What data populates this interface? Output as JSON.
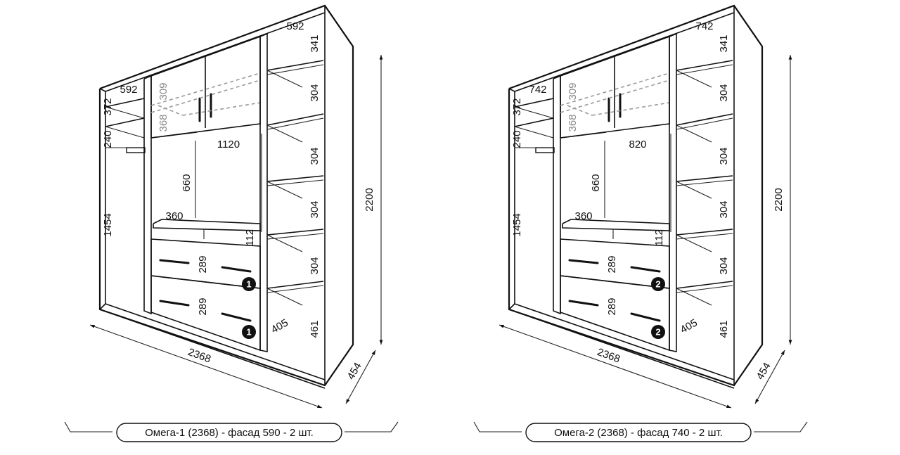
{
  "wardrobes": [
    {
      "caption": "Омега-1 (2368) - фасад 590 - 2 шт.",
      "badge": "1",
      "dims": {
        "total_width": "2368",
        "total_height": "2200",
        "depth": "454",
        "top_depth_left": "592",
        "top_depth_right": "592",
        "top_shelf_left": "372",
        "rail_shelf": "240",
        "hanging_left": "1454",
        "mezzanine_depth": "309",
        "mezzanine_height": "368",
        "center_width": "1120",
        "center_hang": "660",
        "center_shelf_depth": "360",
        "shelf_gap": "112",
        "drawer_upper": "289",
        "drawer_lower": "289",
        "right_top": "341",
        "right_s1": "304",
        "right_s2": "304",
        "right_s3": "304",
        "right_s4": "304",
        "right_bottom": "461",
        "bottom_depth": "405"
      }
    },
    {
      "caption": "Омега-2 (2368) - фасад 740 - 2 шт.",
      "badge": "2",
      "dims": {
        "total_width": "2368",
        "total_height": "2200",
        "depth": "454",
        "top_depth_left": "742",
        "top_depth_right": "742",
        "top_shelf_left": "372",
        "rail_shelf": "240",
        "hanging_left": "1454",
        "mezzanine_depth": "309",
        "mezzanine_height": "368",
        "center_width": "820",
        "center_hang": "660",
        "center_shelf_depth": "360",
        "shelf_gap": "112",
        "drawer_upper": "289",
        "drawer_lower": "289",
        "right_top": "341",
        "right_s1": "304",
        "right_s2": "304",
        "right_s3": "304",
        "right_s4": "304",
        "right_bottom": "461",
        "bottom_depth": "405"
      }
    }
  ]
}
